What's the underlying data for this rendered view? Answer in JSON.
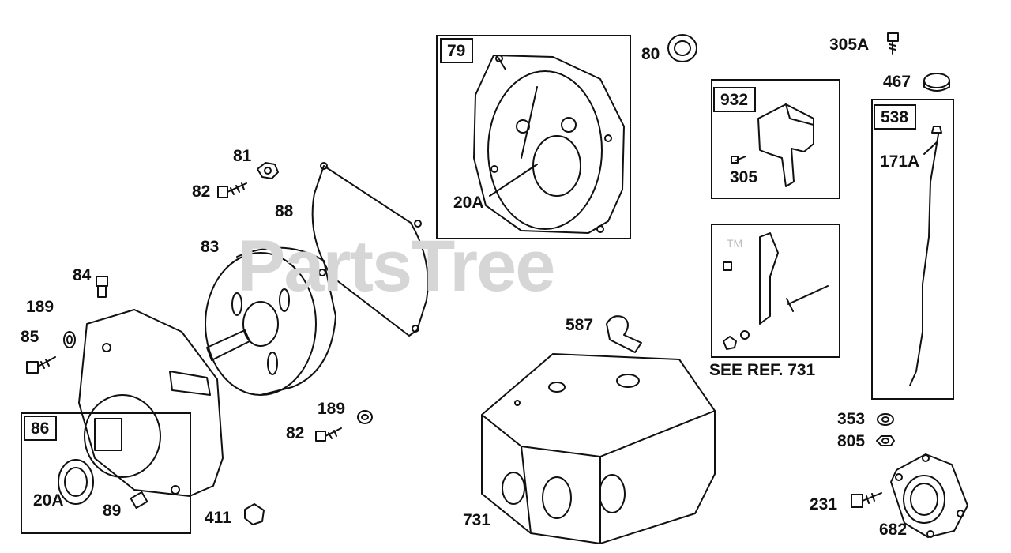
{
  "watermark": {
    "text": "PartsTree",
    "trademark": "TM"
  },
  "callouts": {
    "c79": "79",
    "c80": "80",
    "c305A": "305A",
    "c467": "467",
    "c932": "932",
    "c538": "538",
    "c171A": "171A",
    "c305": "305",
    "c81": "81",
    "c82a": "82",
    "c88": "88",
    "c20A_top": "20A",
    "c83": "83",
    "c84": "84",
    "c189a": "189",
    "c85": "85",
    "c587": "587",
    "see_ref": "SEE REF. 731",
    "c189b": "189",
    "c82b": "82",
    "c86": "86",
    "c20A_bot": "20A",
    "c89": "89",
    "c411": "411",
    "c731": "731",
    "c353": "353",
    "c805": "805",
    "c231": "231",
    "c682": "682"
  }
}
